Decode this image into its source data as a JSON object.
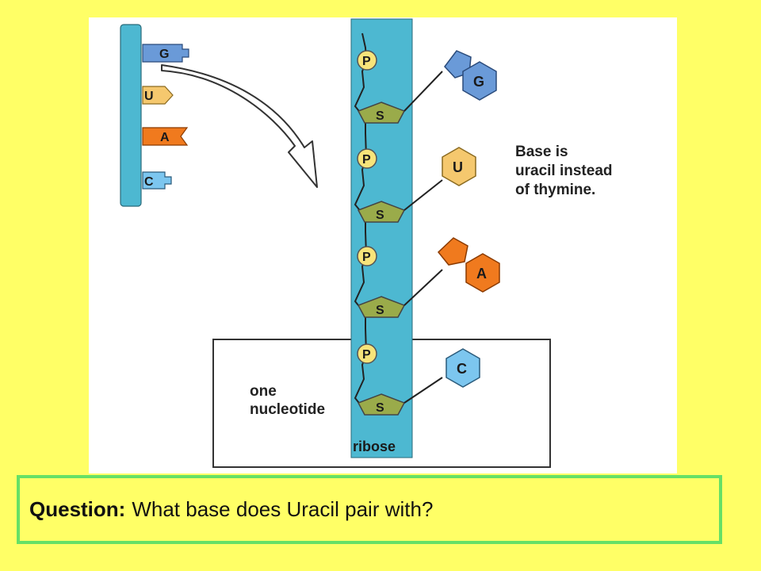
{
  "diagram": {
    "strand_bases": [
      "G",
      "U",
      "A",
      "C"
    ],
    "phosphate_label": "P",
    "sugar_label": "S",
    "ribose_label": "ribose",
    "nucleotide_label_line1": "one",
    "nucleotide_label_line2": "nucleotide",
    "note_line1": "Base is",
    "note_line2": "uracil instead",
    "note_line3": "of thymine.",
    "bases": [
      {
        "letter": "G",
        "type": "purine",
        "color": "#6a9ad8"
      },
      {
        "letter": "U",
        "type": "pyrimidine",
        "color": "#f5c86e"
      },
      {
        "letter": "A",
        "type": "purine",
        "color": "#f07a1e"
      },
      {
        "letter": "C",
        "type": "pyrimidine",
        "color": "#7cc6ef"
      }
    ],
    "colors": {
      "backbone": "#4db8d1",
      "sugar": "#9aab4a",
      "phosphate": "#f7e47a",
      "page_background": "#ffff66",
      "question_border": "#66e066"
    }
  },
  "question": {
    "label": "Question:",
    "text": "What base does Uracil pair with?"
  }
}
